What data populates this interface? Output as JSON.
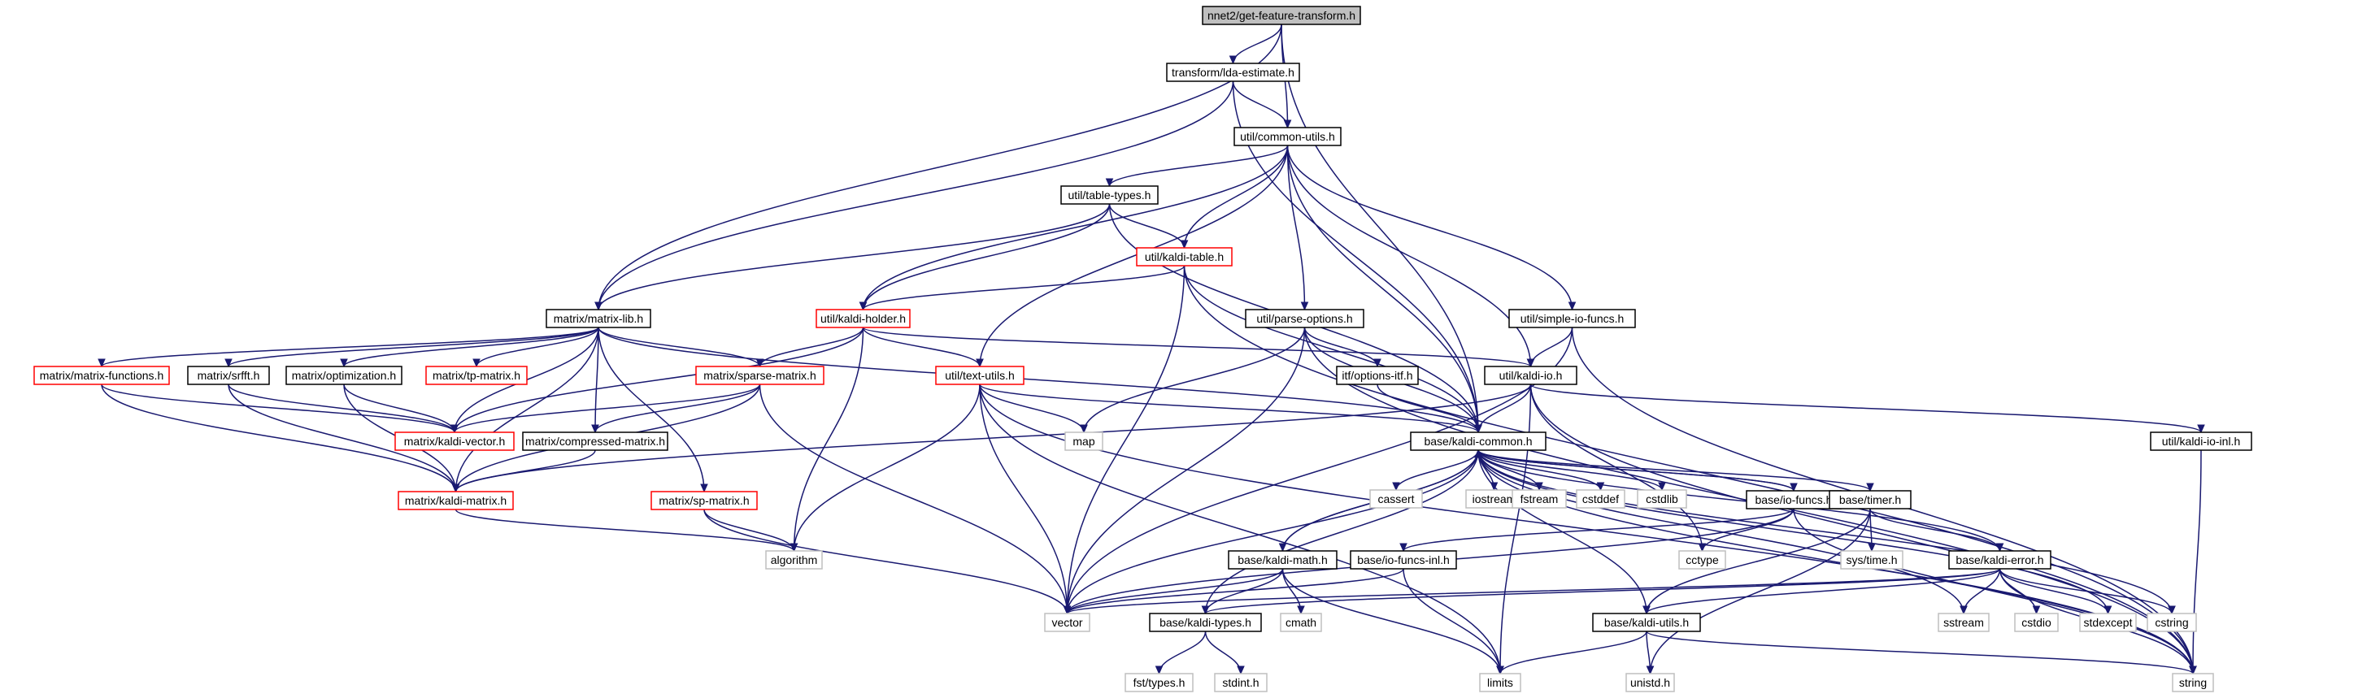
{
  "diagram": {
    "colors": {
      "edge": "#191970",
      "root_fill": "#bfbfbf",
      "documented_border": "#000000",
      "truncated_border": "#ff0000",
      "external_border": "#bfbfbf"
    },
    "nodes": [
      {
        "id": "root",
        "label": "nnet2/get-feature-transform.h",
        "style": "root"
      },
      {
        "id": "lda",
        "label": "transform/lda-estimate.h",
        "style": "black"
      },
      {
        "id": "cu",
        "label": "util/common-utils.h",
        "style": "black"
      },
      {
        "id": "tt",
        "label": "util/table-types.h",
        "style": "black"
      },
      {
        "id": "kt",
        "label": "util/kaldi-table.h",
        "style": "red"
      },
      {
        "id": "ml",
        "label": "matrix/matrix-lib.h",
        "style": "black"
      },
      {
        "id": "kh",
        "label": "util/kaldi-holder.h",
        "style": "red"
      },
      {
        "id": "po",
        "label": "util/parse-options.h",
        "style": "black"
      },
      {
        "id": "sif",
        "label": "util/simple-io-funcs.h",
        "style": "black"
      },
      {
        "id": "mf",
        "label": "matrix/matrix-functions.h",
        "style": "red"
      },
      {
        "id": "sr",
        "label": "matrix/srfft.h",
        "style": "black"
      },
      {
        "id": "opt",
        "label": "matrix/optimization.h",
        "style": "black"
      },
      {
        "id": "tp",
        "label": "matrix/tp-matrix.h",
        "style": "red"
      },
      {
        "id": "sm",
        "label": "matrix/sparse-matrix.h",
        "style": "red"
      },
      {
        "id": "tu",
        "label": "util/text-utils.h",
        "style": "red"
      },
      {
        "id": "oi",
        "label": "itf/options-itf.h",
        "style": "black"
      },
      {
        "id": "kio",
        "label": "util/kaldi-io.h",
        "style": "black"
      },
      {
        "id": "kv",
        "label": "matrix/kaldi-vector.h",
        "style": "red"
      },
      {
        "id": "cm",
        "label": "matrix/compressed-matrix.h",
        "style": "black"
      },
      {
        "id": "map",
        "label": "map",
        "style": "grey"
      },
      {
        "id": "kc",
        "label": "base/kaldi-common.h",
        "style": "black"
      },
      {
        "id": "kioi",
        "label": "util/kaldi-io-inl.h",
        "style": "black"
      },
      {
        "id": "km",
        "label": "matrix/kaldi-matrix.h",
        "style": "red"
      },
      {
        "id": "spm",
        "label": "matrix/sp-matrix.h",
        "style": "red"
      },
      {
        "id": "cassert",
        "label": "cassert",
        "style": "grey"
      },
      {
        "id": "iostream",
        "label": "iostream",
        "style": "grey"
      },
      {
        "id": "fstream",
        "label": "fstream",
        "style": "grey"
      },
      {
        "id": "cstddef",
        "label": "cstddef",
        "style": "grey"
      },
      {
        "id": "cstdlib",
        "label": "cstdlib",
        "style": "grey"
      },
      {
        "id": "iof",
        "label": "base/io-funcs.h",
        "style": "black"
      },
      {
        "id": "timer",
        "label": "base/timer.h",
        "style": "black"
      },
      {
        "id": "algorithm",
        "label": "algorithm",
        "style": "grey"
      },
      {
        "id": "kmath",
        "label": "base/kaldi-math.h",
        "style": "black"
      },
      {
        "id": "iofi",
        "label": "base/io-funcs-inl.h",
        "style": "black"
      },
      {
        "id": "cctype",
        "label": "cctype",
        "style": "grey"
      },
      {
        "id": "systime",
        "label": "sys/time.h",
        "style": "grey"
      },
      {
        "id": "kerr",
        "label": "base/kaldi-error.h",
        "style": "black"
      },
      {
        "id": "vector",
        "label": "vector",
        "style": "grey"
      },
      {
        "id": "cmath",
        "label": "cmath",
        "style": "grey"
      },
      {
        "id": "ktypes",
        "label": "base/kaldi-types.h",
        "style": "black"
      },
      {
        "id": "kutils",
        "label": "base/kaldi-utils.h",
        "style": "black"
      },
      {
        "id": "sstream",
        "label": "sstream",
        "style": "grey"
      },
      {
        "id": "cstdio",
        "label": "cstdio",
        "style": "grey"
      },
      {
        "id": "stdexcept",
        "label": "stdexcept",
        "style": "grey"
      },
      {
        "id": "cstring",
        "label": "cstring",
        "style": "grey"
      },
      {
        "id": "fsttypes",
        "label": "fst/types.h",
        "style": "grey"
      },
      {
        "id": "stdint",
        "label": "stdint.h",
        "style": "grey"
      },
      {
        "id": "limits",
        "label": "limits",
        "style": "grey"
      },
      {
        "id": "unistd",
        "label": "unistd.h",
        "style": "grey"
      },
      {
        "id": "string",
        "label": "string",
        "style": "grey"
      }
    ],
    "edges": [
      [
        "root",
        "lda"
      ],
      [
        "root",
        "cu"
      ],
      [
        "root",
        "ml"
      ],
      [
        "root",
        "kc"
      ],
      [
        "lda",
        "cu"
      ],
      [
        "lda",
        "ml"
      ],
      [
        "lda",
        "kc"
      ],
      [
        "cu",
        "tt"
      ],
      [
        "cu",
        "kt"
      ],
      [
        "cu",
        "kh"
      ],
      [
        "cu",
        "po"
      ],
      [
        "cu",
        "sif"
      ],
      [
        "cu",
        "kio"
      ],
      [
        "cu",
        "tu"
      ],
      [
        "cu",
        "kc"
      ],
      [
        "tt",
        "kt"
      ],
      [
        "tt",
        "kh"
      ],
      [
        "tt",
        "ml"
      ],
      [
        "tt",
        "kc"
      ],
      [
        "kt",
        "kh"
      ],
      [
        "kt",
        "kc"
      ],
      [
        "kt",
        "vector"
      ],
      [
        "kt",
        "string"
      ],
      [
        "kh",
        "tu"
      ],
      [
        "kh",
        "sm"
      ],
      [
        "kh",
        "kio"
      ],
      [
        "kh",
        "kv"
      ],
      [
        "kh",
        "algorithm"
      ],
      [
        "po",
        "oi"
      ],
      [
        "po",
        "kc"
      ],
      [
        "po",
        "map"
      ],
      [
        "po",
        "vector"
      ],
      [
        "po",
        "string"
      ],
      [
        "sif",
        "kio"
      ],
      [
        "sif",
        "vector"
      ],
      [
        "sif",
        "string"
      ],
      [
        "ml",
        "mf"
      ],
      [
        "ml",
        "sr"
      ],
      [
        "ml",
        "opt"
      ],
      [
        "ml",
        "tp"
      ],
      [
        "ml",
        "sm"
      ],
      [
        "ml",
        "kv"
      ],
      [
        "ml",
        "cm"
      ],
      [
        "ml",
        "km"
      ],
      [
        "ml",
        "spm"
      ],
      [
        "ml",
        "kc"
      ],
      [
        "mf",
        "kv"
      ],
      [
        "mf",
        "km"
      ],
      [
        "sr",
        "kv"
      ],
      [
        "sr",
        "km"
      ],
      [
        "opt",
        "kv"
      ],
      [
        "opt",
        "km"
      ],
      [
        "sm",
        "kv"
      ],
      [
        "sm",
        "cm"
      ],
      [
        "sm",
        "km"
      ],
      [
        "sm",
        "vector"
      ],
      [
        "tu",
        "map"
      ],
      [
        "tu",
        "kc"
      ],
      [
        "tu",
        "algorithm"
      ],
      [
        "tu",
        "vector"
      ],
      [
        "tu",
        "limits"
      ],
      [
        "tu",
        "string"
      ],
      [
        "oi",
        "kc"
      ],
      [
        "kio",
        "kc"
      ],
      [
        "kio",
        "kioi"
      ],
      [
        "kio",
        "km"
      ],
      [
        "kio",
        "cctype"
      ],
      [
        "kio",
        "limits"
      ],
      [
        "kio",
        "string"
      ],
      [
        "cm",
        "km"
      ],
      [
        "km",
        "algorithm"
      ],
      [
        "spm",
        "algorithm"
      ],
      [
        "spm",
        "vector"
      ],
      [
        "kioi",
        "string"
      ],
      [
        "kc",
        "cassert"
      ],
      [
        "kc",
        "iostream"
      ],
      [
        "kc",
        "fstream"
      ],
      [
        "kc",
        "cstddef"
      ],
      [
        "kc",
        "cstdlib"
      ],
      [
        "kc",
        "iof"
      ],
      [
        "kc",
        "timer"
      ],
      [
        "kc",
        "kmath"
      ],
      [
        "kc",
        "kerr"
      ],
      [
        "kc",
        "kutils"
      ],
      [
        "kc",
        "ktypes"
      ],
      [
        "kc",
        "vector"
      ],
      [
        "kc",
        "sstream"
      ],
      [
        "kc",
        "stdexcept"
      ],
      [
        "kc",
        "cstring"
      ],
      [
        "kc",
        "string"
      ],
      [
        "iof",
        "kc"
      ],
      [
        "iof",
        "iofi"
      ],
      [
        "iof",
        "cctype"
      ],
      [
        "iof",
        "vector"
      ],
      [
        "iof",
        "string"
      ],
      [
        "timer",
        "systime"
      ],
      [
        "timer",
        "unistd"
      ],
      [
        "timer",
        "kerr"
      ],
      [
        "timer",
        "kutils"
      ],
      [
        "kmath",
        "kc"
      ],
      [
        "kmath",
        "ktypes"
      ],
      [
        "kmath",
        "cmath"
      ],
      [
        "kmath",
        "limits"
      ],
      [
        "kmath",
        "vector"
      ],
      [
        "iofi",
        "vector"
      ],
      [
        "iofi",
        "limits"
      ],
      [
        "kerr",
        "ktypes"
      ],
      [
        "kerr",
        "kutils"
      ],
      [
        "kerr",
        "vector"
      ],
      [
        "kerr",
        "sstream"
      ],
      [
        "kerr",
        "cstdio"
      ],
      [
        "kerr",
        "stdexcept"
      ],
      [
        "kerr",
        "cstring"
      ],
      [
        "kerr",
        "string"
      ],
      [
        "ktypes",
        "fsttypes"
      ],
      [
        "ktypes",
        "stdint"
      ],
      [
        "kutils",
        "limits"
      ],
      [
        "kutils",
        "unistd"
      ],
      [
        "kutils",
        "string"
      ]
    ]
  }
}
